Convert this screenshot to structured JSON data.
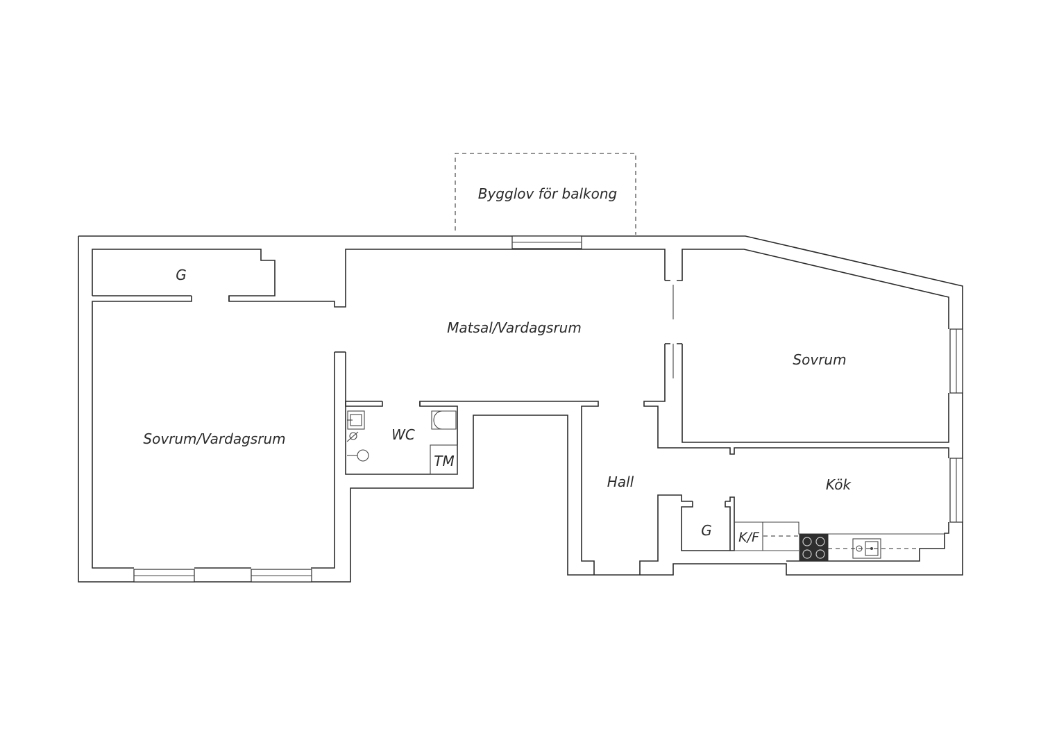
{
  "rooms": {
    "balcony": "Bygglov för balkong",
    "storage_top_left": "G",
    "living_dining": "Matsal/Vardagsrum",
    "bedroom_right": "Sovrum",
    "bedroom_living_left": "Sovrum/Vardagsrum",
    "wc": "WC",
    "washer": "TM",
    "hall": "Hall",
    "kitchen": "Kök",
    "storage_hall": "G",
    "fridge_freezer": "K/F"
  },
  "colors": {
    "wall": "#2b2b2b",
    "stove": "#2e2e2e",
    "background": "#ffffff"
  },
  "icons": [
    "sink-icon",
    "toilet-icon",
    "shower-icon",
    "stove-icon",
    "kitchen-sink-icon"
  ]
}
